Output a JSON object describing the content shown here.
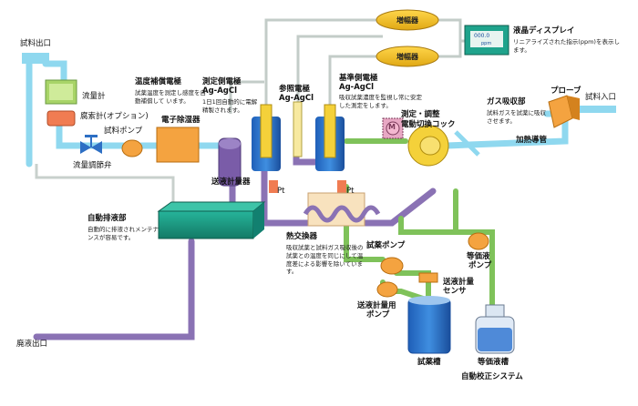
{
  "amplifiers": {
    "upper": "増幅器",
    "lower": "増幅器"
  },
  "display": {
    "readout": "000.0",
    "unit": "ppm",
    "title": "液晶ディスプレイ",
    "desc": "リニアライズされた指示(ppm)を表示します。"
  },
  "sample_outlet": "試料出口",
  "sample_inlet": "試料入口",
  "flowmeter": "流量計",
  "rotameter": "腐索計(オプション)",
  "sample_pump": "試料ポンプ",
  "flow_valve": "流量調節弁",
  "temp_electrode": {
    "title": "温度補償電極",
    "desc": "試薬温度を測定し感度を自動補償して います。"
  },
  "measure_electrode": {
    "title": "測定側電極",
    "formula": "Ag-AgCl",
    "desc": "1日1回自動的に電解精製されます。"
  },
  "dehumidifier": "電子除湿器",
  "reference_electrode": {
    "title": "参照電極",
    "formula": "Ag-AgCl"
  },
  "standard_electrode": {
    "title": "基準側電極",
    "formula": "Ag-AgCl",
    "desc": "吸収試薬濃度を監視し常に安定した測定をします。"
  },
  "cock": {
    "title1": "測定・調整",
    "title2": "電動切換コック",
    "motor": "M"
  },
  "gas_absorber": {
    "title": "ガス吸収部",
    "desc": "試料ガスを試薬に吸収させます。"
  },
  "probe": "プローブ",
  "heated_pipe": "加熱導管",
  "pt_left": "Pt",
  "pt_right": "Pt",
  "metering": "送液計量器",
  "drain_unit": {
    "title": "自動排液部",
    "desc": "自動的に排液されメンテナンスが容易です。"
  },
  "heat_exchanger": {
    "title": "熱交換器",
    "desc": "吸収試薬と試料ガス吸収後の試薬との温度を同じにして温度差による影響を除いています。"
  },
  "reagent_pump": "試薬ポンプ",
  "metering_sensor1": "送液計量",
  "metering_sensor2": "センサ",
  "metering_pump1": "送液計量用",
  "metering_pump2": "ポンプ",
  "equiv_pump1": "等価液",
  "equiv_pump2": "ポンプ",
  "reagent_tank": "試薬槽",
  "equiv_liquid": "等価液槽",
  "calibration": "自動校正システム",
  "waste_outlet": "廃液出口",
  "colors": {
    "light_blue": "#8fd8ef",
    "purple": "#8a72b4",
    "green": "#7fc25a",
    "gray_pipe": "#c8d0cc",
    "orange": "#f4a340",
    "yellow": "#f4d13a",
    "teal": "#1fa38c",
    "deep_blue": "#2d6fc4"
  }
}
